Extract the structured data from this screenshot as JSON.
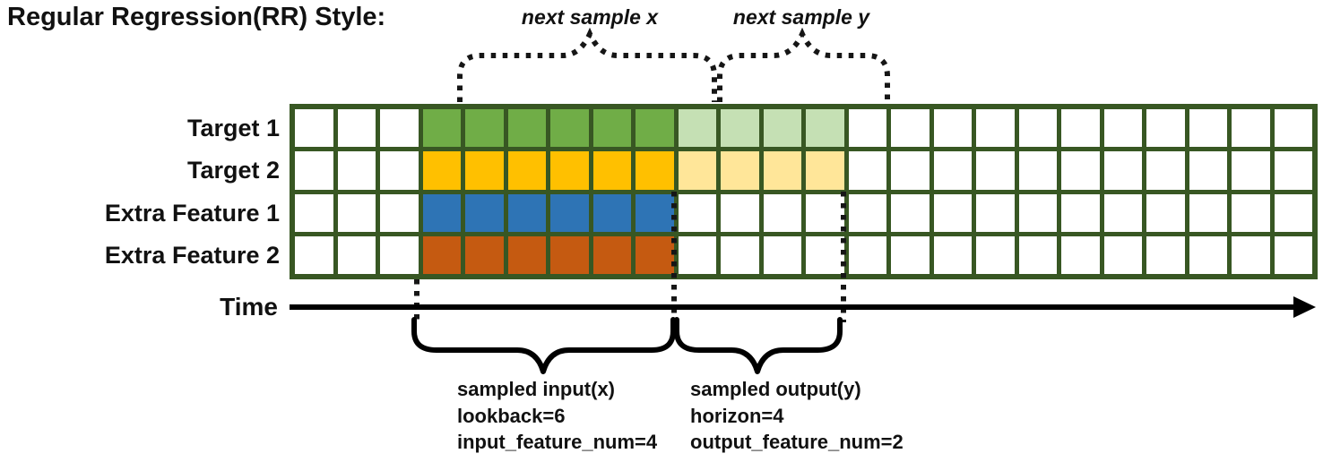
{
  "title": "Regular Regression(RR) Style:",
  "colors": {
    "grid_border": "#385723",
    "empty_cell": "#FFFFFF",
    "input_target1": "#70AD47",
    "output_target1": "#C5E0B4",
    "input_target2": "#FFC000",
    "output_target2": "#FFE699",
    "input_extra1": "#2E74B5",
    "input_extra2": "#C55A11",
    "annotation_black": "#111111"
  },
  "top_braces": {
    "next_x_label": "next sample x",
    "next_y_label": "next sample y"
  },
  "grid": {
    "columns": 24,
    "rows": [
      {
        "label": "Target 1",
        "segments": [
          {
            "start": 3,
            "len": 6,
            "color_key": "input_target1"
          },
          {
            "start": 9,
            "len": 4,
            "color_key": "output_target1"
          }
        ]
      },
      {
        "label": "Target 2",
        "segments": [
          {
            "start": 3,
            "len": 6,
            "color_key": "input_target2"
          },
          {
            "start": 9,
            "len": 4,
            "color_key": "output_target2"
          }
        ]
      },
      {
        "label": "Extra Feature 1",
        "segments": [
          {
            "start": 3,
            "len": 6,
            "color_key": "input_extra1"
          }
        ]
      },
      {
        "label": "Extra Feature 2",
        "segments": [
          {
            "start": 3,
            "len": 6,
            "color_key": "input_extra2"
          }
        ]
      }
    ]
  },
  "time_axis": {
    "label": "Time"
  },
  "annotations": {
    "input": {
      "lines": [
        "sampled input(x)",
        "lookback=6",
        "input_feature_num=4"
      ]
    },
    "output": {
      "lines": [
        "sampled output(y)",
        "horizon=4",
        "output_feature_num=2"
      ]
    }
  }
}
